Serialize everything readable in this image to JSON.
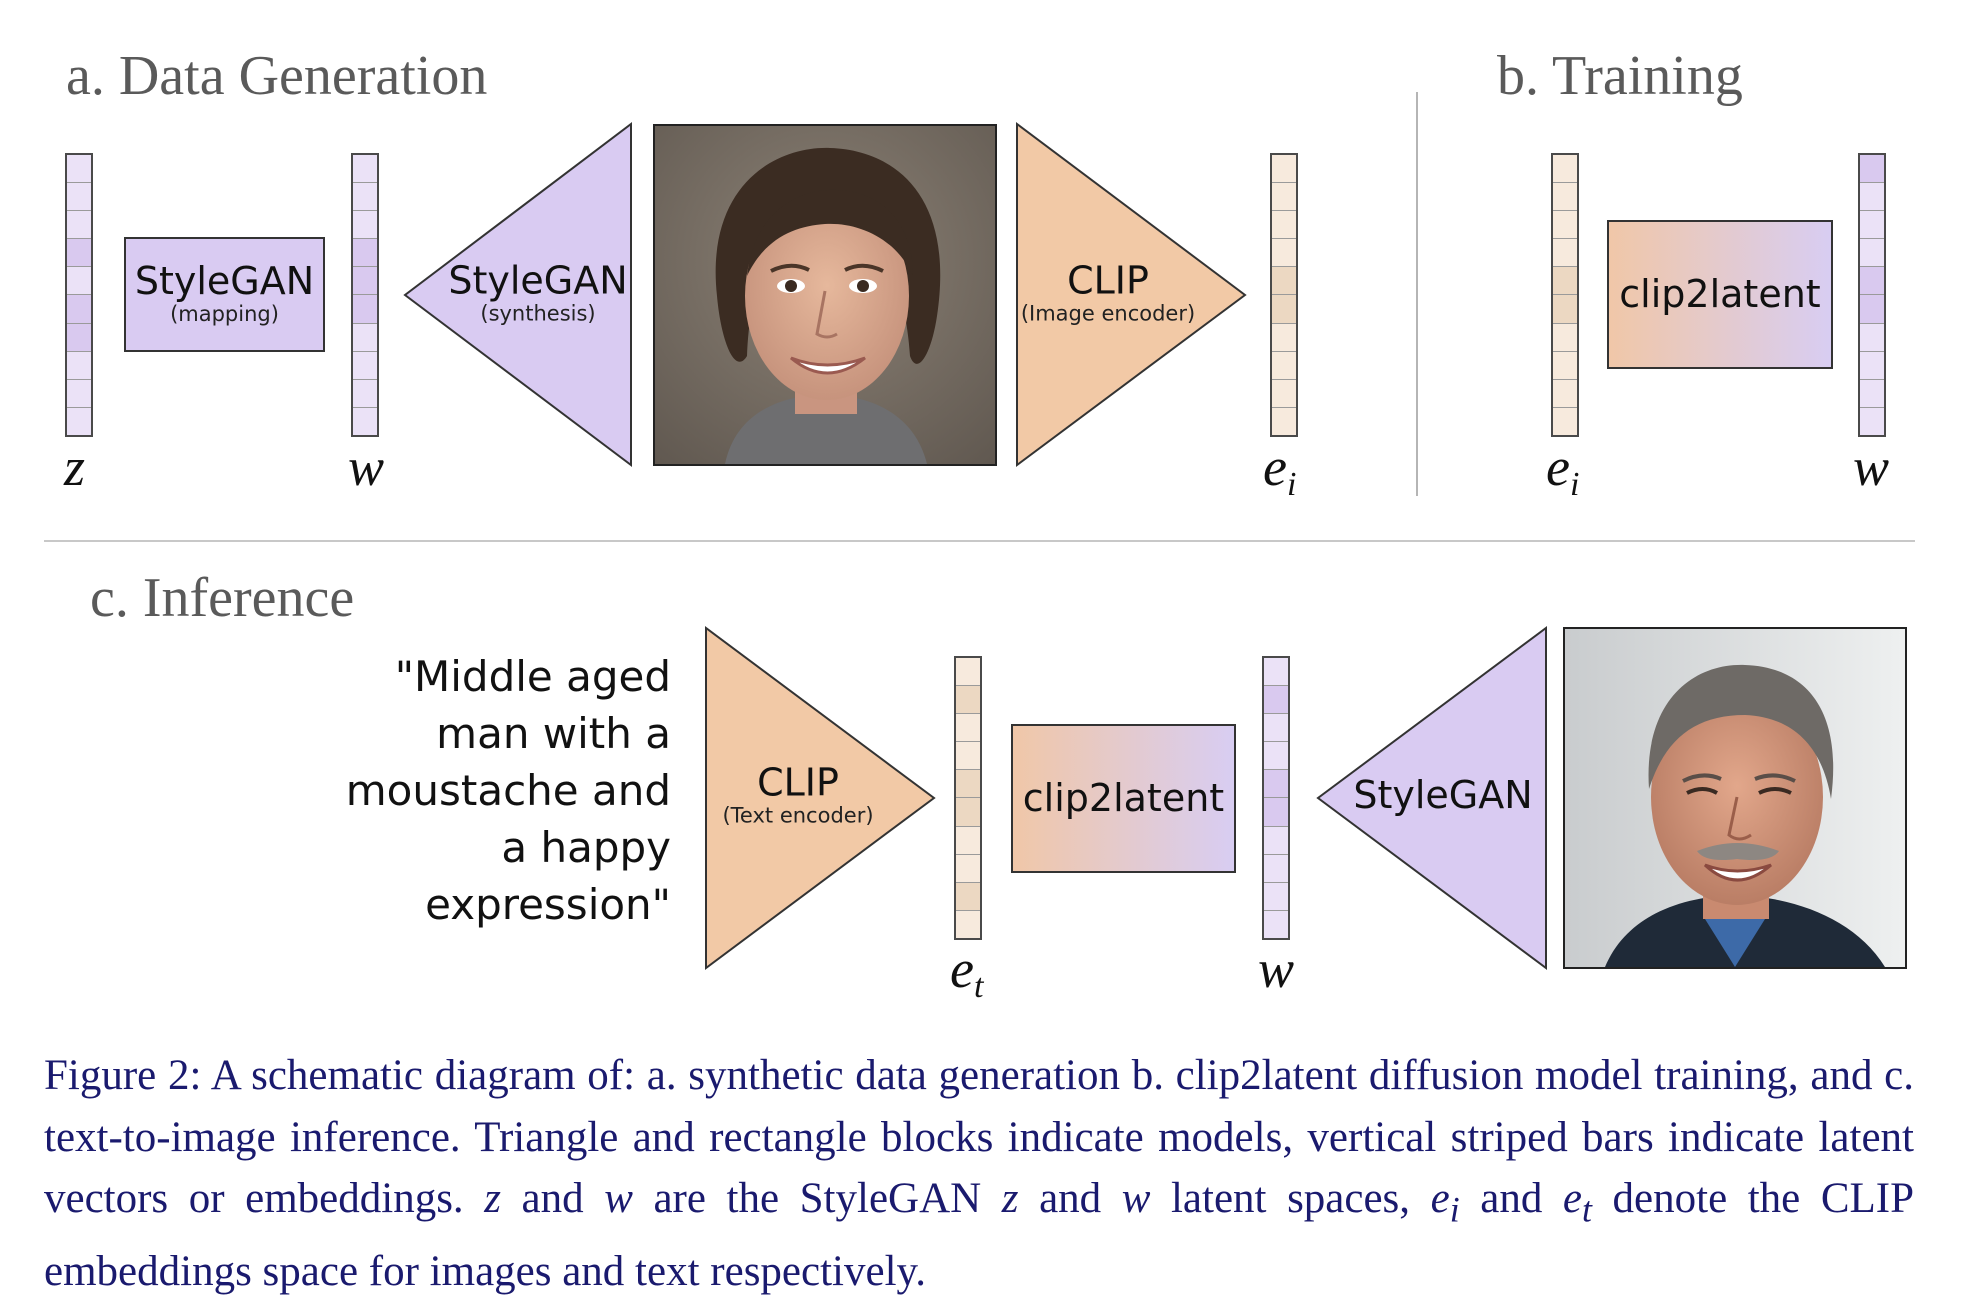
{
  "sections": {
    "a": {
      "title": "a. Data Generation"
    },
    "b": {
      "title": "b. Training"
    },
    "c": {
      "title": "c. Inference"
    }
  },
  "models": {
    "mapping": {
      "name": "StyleGAN",
      "sub": "(mapping)"
    },
    "synthesis": {
      "name": "StyleGAN",
      "sub": "(synthesis)"
    },
    "clip_image": {
      "name": "CLIP",
      "sub": "(Image encoder)"
    },
    "clip2latent_train": {
      "name": "clip2latent"
    },
    "clip_text": {
      "name": "CLIP",
      "sub": "(Text encoder)"
    },
    "clip2latent_infer": {
      "name": "clip2latent"
    },
    "stylegan_infer": {
      "name": "StyleGAN"
    }
  },
  "variables": {
    "z": "z",
    "w": "w",
    "e": "e",
    "i": "i",
    "t": "t"
  },
  "prompt_text": "\"Middle aged\nman with a\nmoustache and\na happy\nexpression\"",
  "caption": {
    "p1": "Figure 2: A schematic diagram of: a. synthetic data generation b. clip2latent diffusion model training, and c.  text-to-image inference.  Triangle and rectangle blocks indicate models, vertical striped bars indicate latent vectors or embeddings. ",
    "z1": "z",
    "p2": " and ",
    "w1": "w",
    "p3": " are the StyleGAN ",
    "z2": "z",
    "p4": " and ",
    "w2": "w",
    "p5": " latent spaces, ",
    "ei_e": "e",
    "ei_i": "i",
    "p6": " and ",
    "et_e": "e",
    "et_t": "t",
    "p7": " denote the CLIP embeddings space for images and text respectively."
  },
  "colors": {
    "purple_model": "#d9cbf2",
    "peach_model": "#f2c9a6",
    "caption_text": "#1a1a6e"
  }
}
